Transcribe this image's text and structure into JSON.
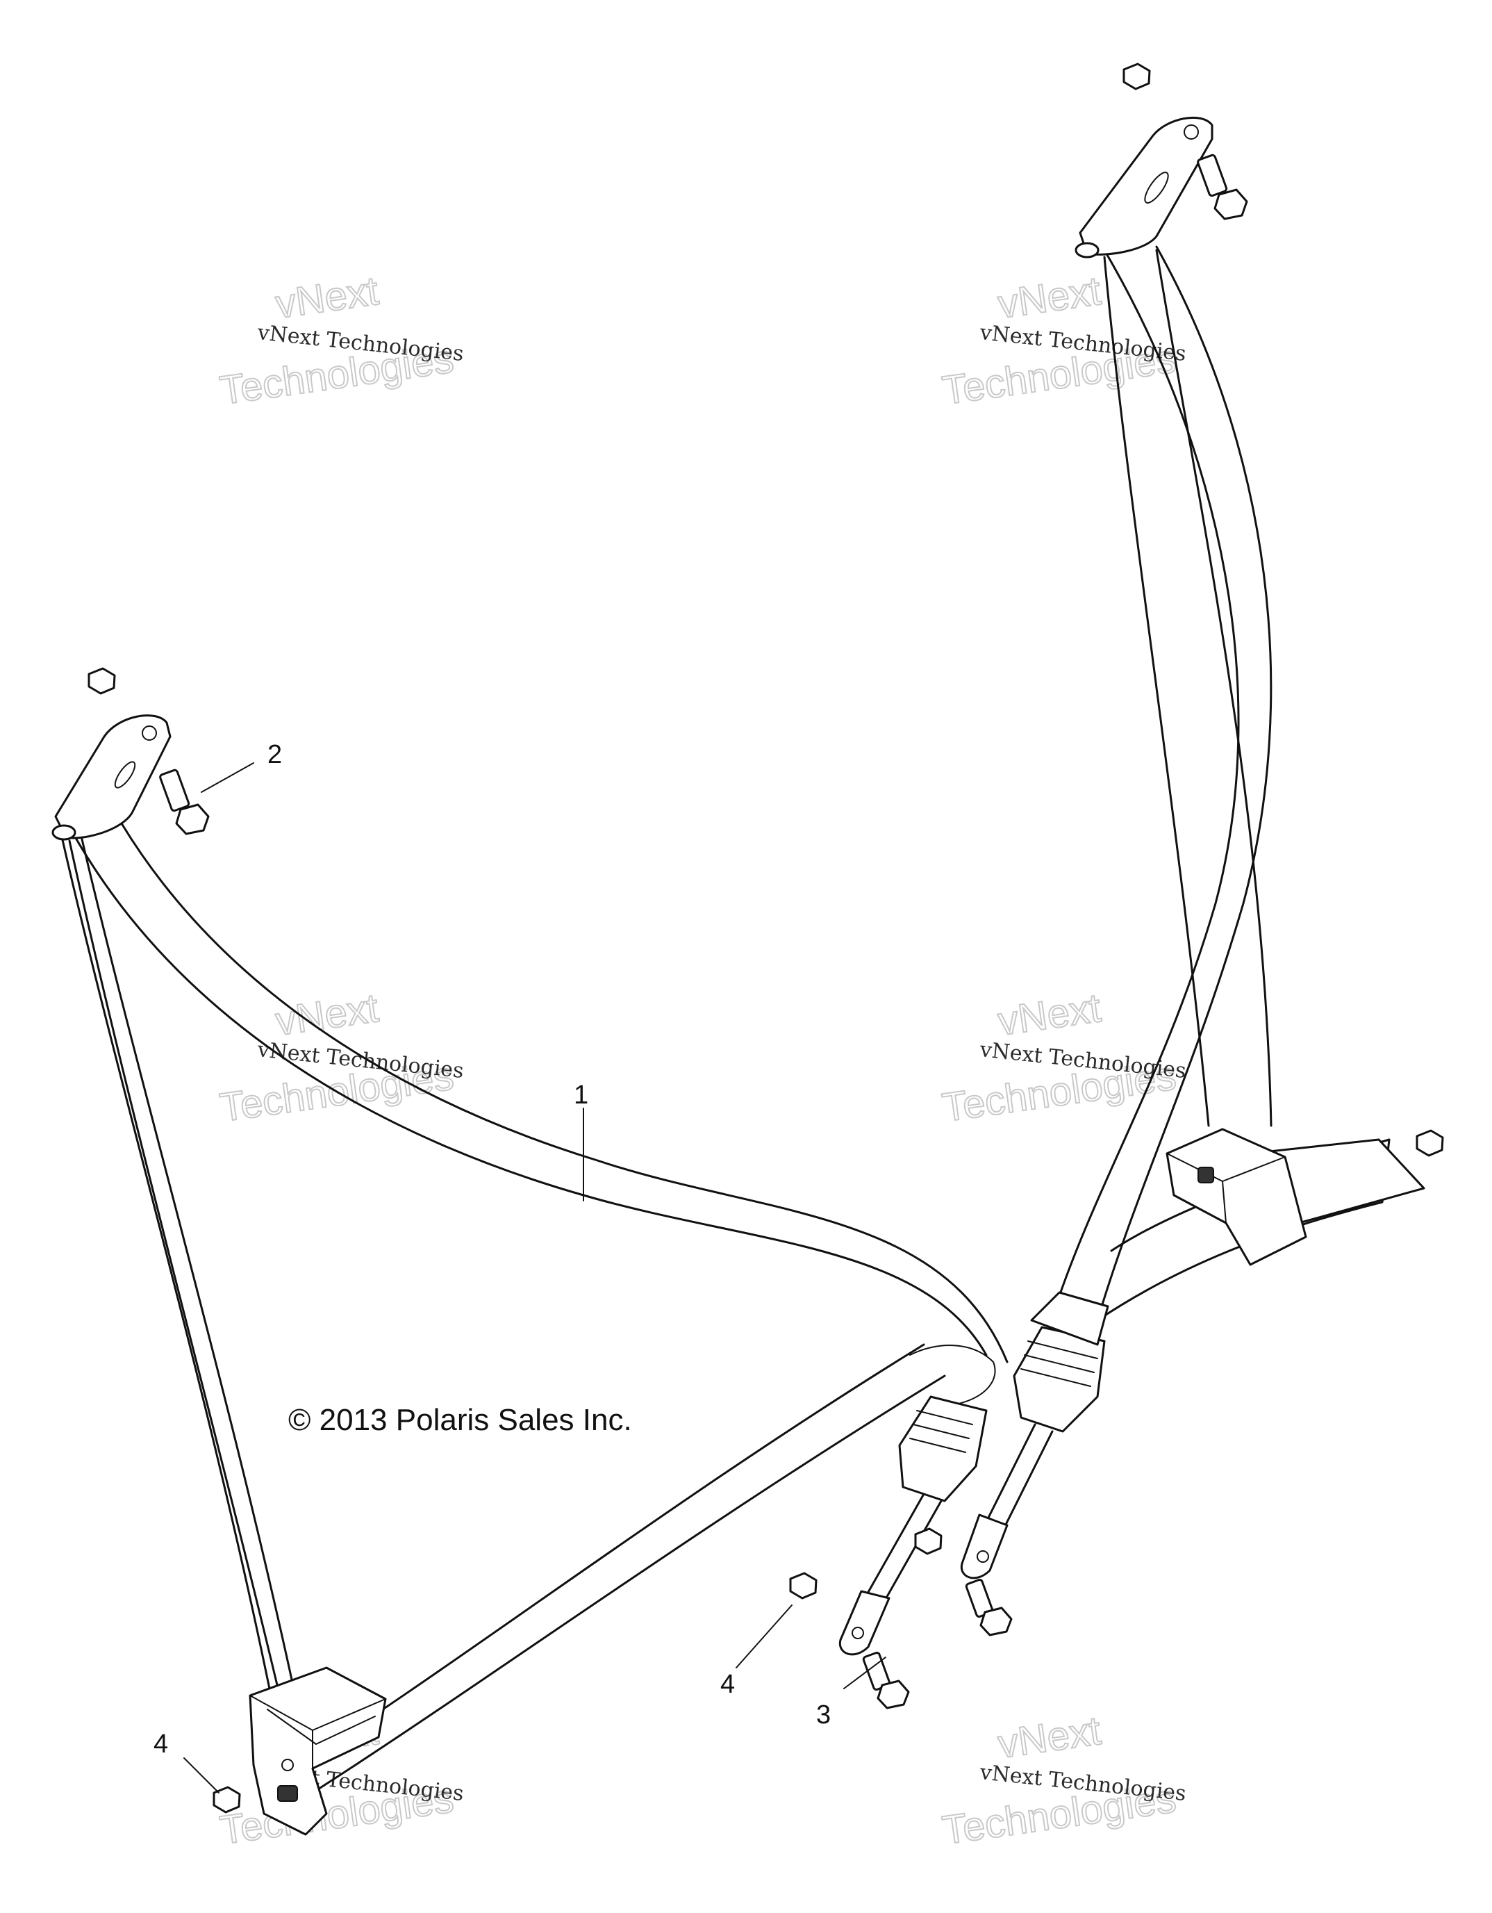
{
  "copyright": "© 2013 Polaris Sales Inc.",
  "callouts": [
    {
      "id": "1",
      "label": "1"
    },
    {
      "id": "2",
      "label": "2"
    },
    {
      "id": "3",
      "label": "3"
    },
    {
      "id": "4a",
      "label": "4"
    },
    {
      "id": "4b",
      "label": "4"
    }
  ],
  "watermark": {
    "line1": "vNext Technologies",
    "line2": "vNext",
    "line3": "Technologies"
  }
}
